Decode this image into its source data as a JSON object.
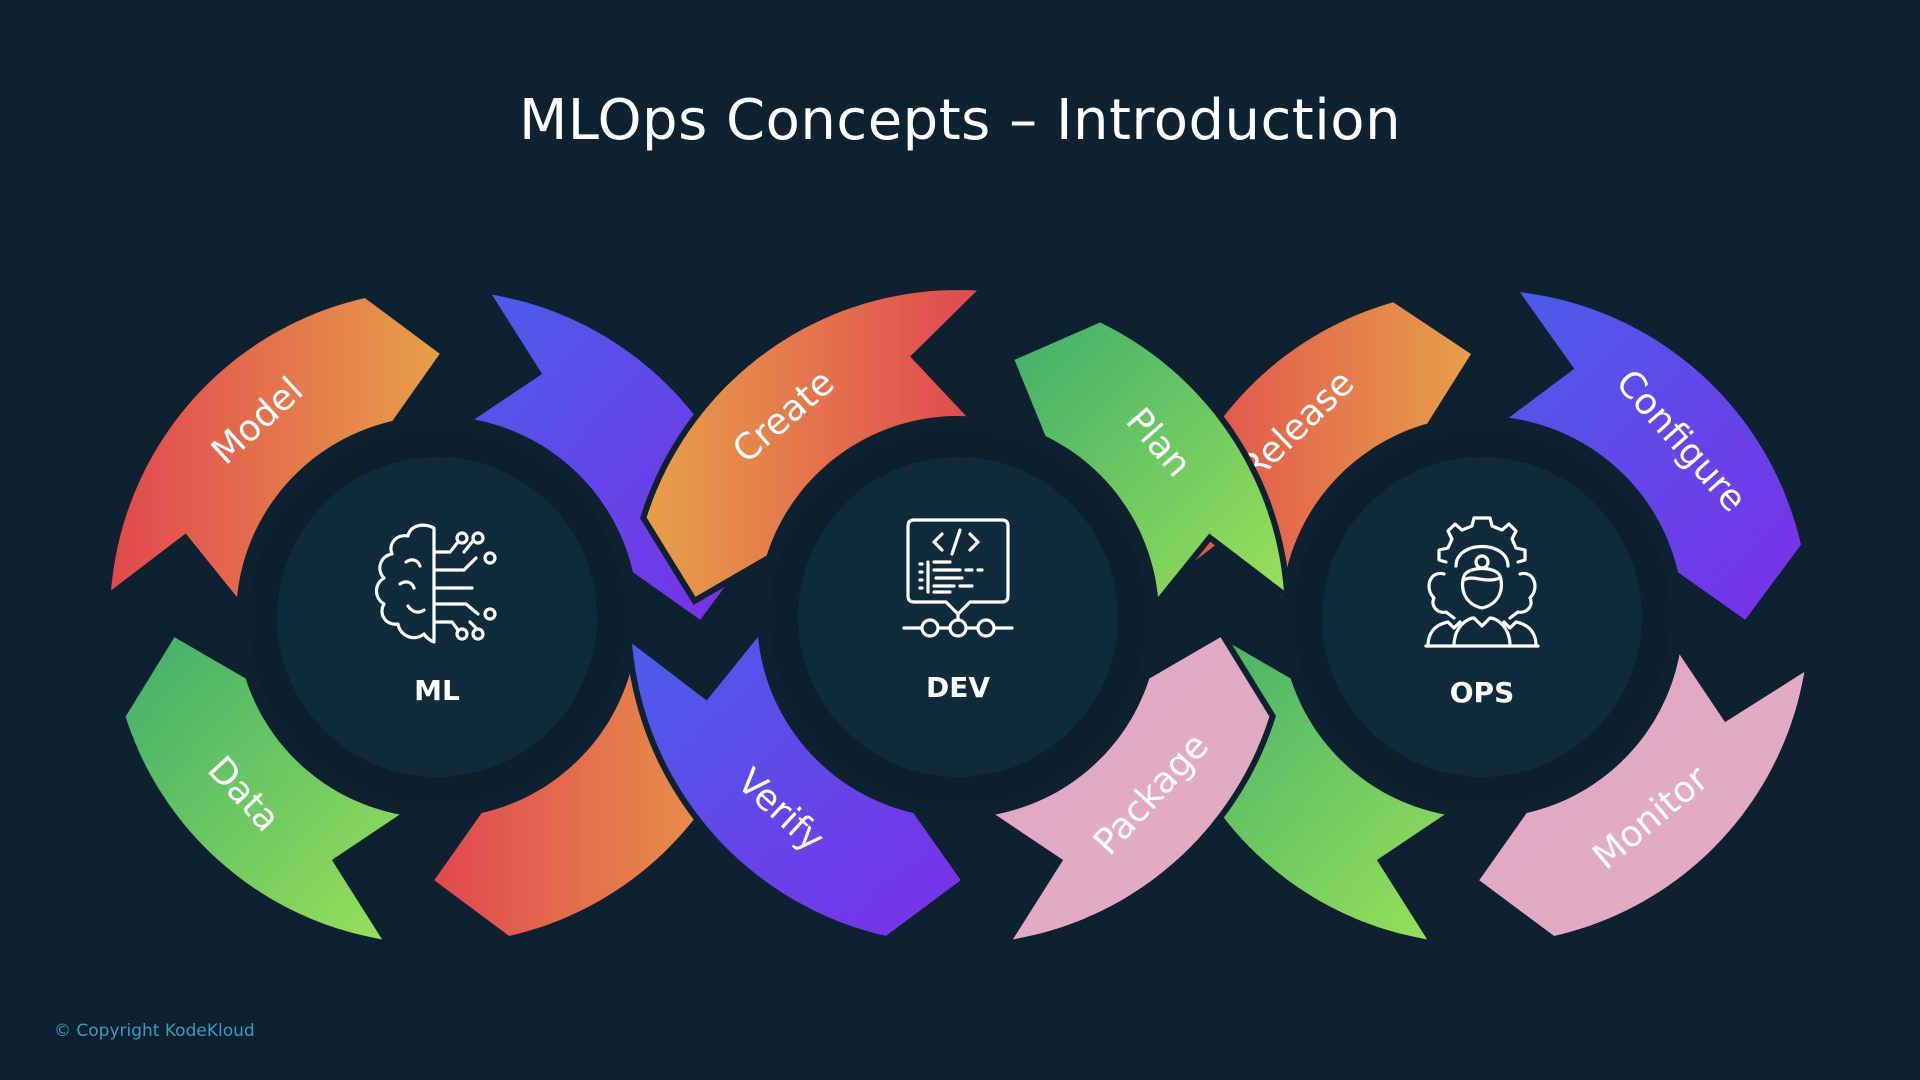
{
  "title": "MLOps Concepts – Introduction",
  "copyright": "© Copyright KodeKloud",
  "colors": {
    "background": "#0d2131",
    "inner_circle_edge": "#0b1f2d",
    "inner_circle_fill": "#0f2a3b",
    "text": "#ffffff",
    "copyright": "#3a9bbf"
  },
  "gradients": {
    "orange": [
      "#e0474f",
      "#e8a048"
    ],
    "purple": [
      "#4a5eea",
      "#7b2fe8"
    ],
    "green": [
      "#3fae6c",
      "#9be258"
    ],
    "pink": [
      "#e2a6c6",
      "#e3adc0"
    ]
  },
  "rings": [
    {
      "name": "ml",
      "center_label": "ML",
      "icon": "brain-circuit-icon",
      "direction": "clockwise",
      "segments": [
        {
          "label": "Model",
          "color": "orange"
        },
        {
          "label": "",
          "color": "purple"
        },
        {
          "label": "",
          "color": "orange"
        },
        {
          "label": "Data",
          "color": "green"
        }
      ]
    },
    {
      "name": "dev",
      "center_label": "DEV",
      "icon": "code-monitor-pipeline-icon",
      "direction": "counter-clockwise",
      "segments": [
        {
          "label": "Create",
          "color": "orange"
        },
        {
          "label": "Plan",
          "color": "green"
        },
        {
          "label": "Package",
          "color": "pink"
        },
        {
          "label": "Verify",
          "color": "purple"
        }
      ]
    },
    {
      "name": "ops",
      "center_label": "OPS",
      "icon": "team-gear-icon",
      "direction": "clockwise",
      "segments": [
        {
          "label": "Release",
          "color": "orange"
        },
        {
          "label": "Configure",
          "color": "purple"
        },
        {
          "label": "Monitor",
          "color": "pink"
        },
        {
          "label": "",
          "color": "green"
        }
      ]
    }
  ]
}
